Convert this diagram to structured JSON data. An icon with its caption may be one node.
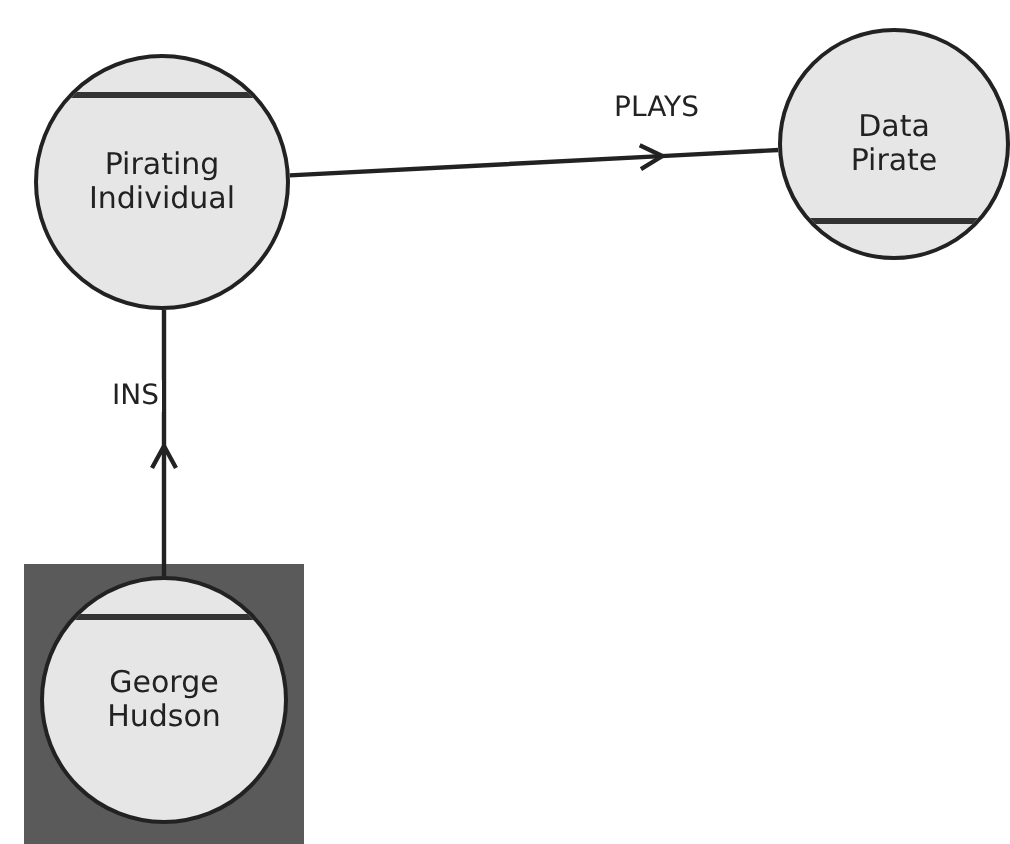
{
  "diagram": {
    "nodes": [
      {
        "text": [
          "Pirating Individual"
        ]
      },
      {
        "text": [
          "Data Pirate"
        ]
      },
      {
        "text": [
          "George Hudson"
        ]
      }
    ],
    "edges": [
      {
        "from": 0,
        "to": 1,
        "arrow": "to",
        "label": "PLAYS"
      },
      {
        "from": 2,
        "to": 0,
        "arrow": "to",
        "label": "INS"
      }
    ]
  }
}
